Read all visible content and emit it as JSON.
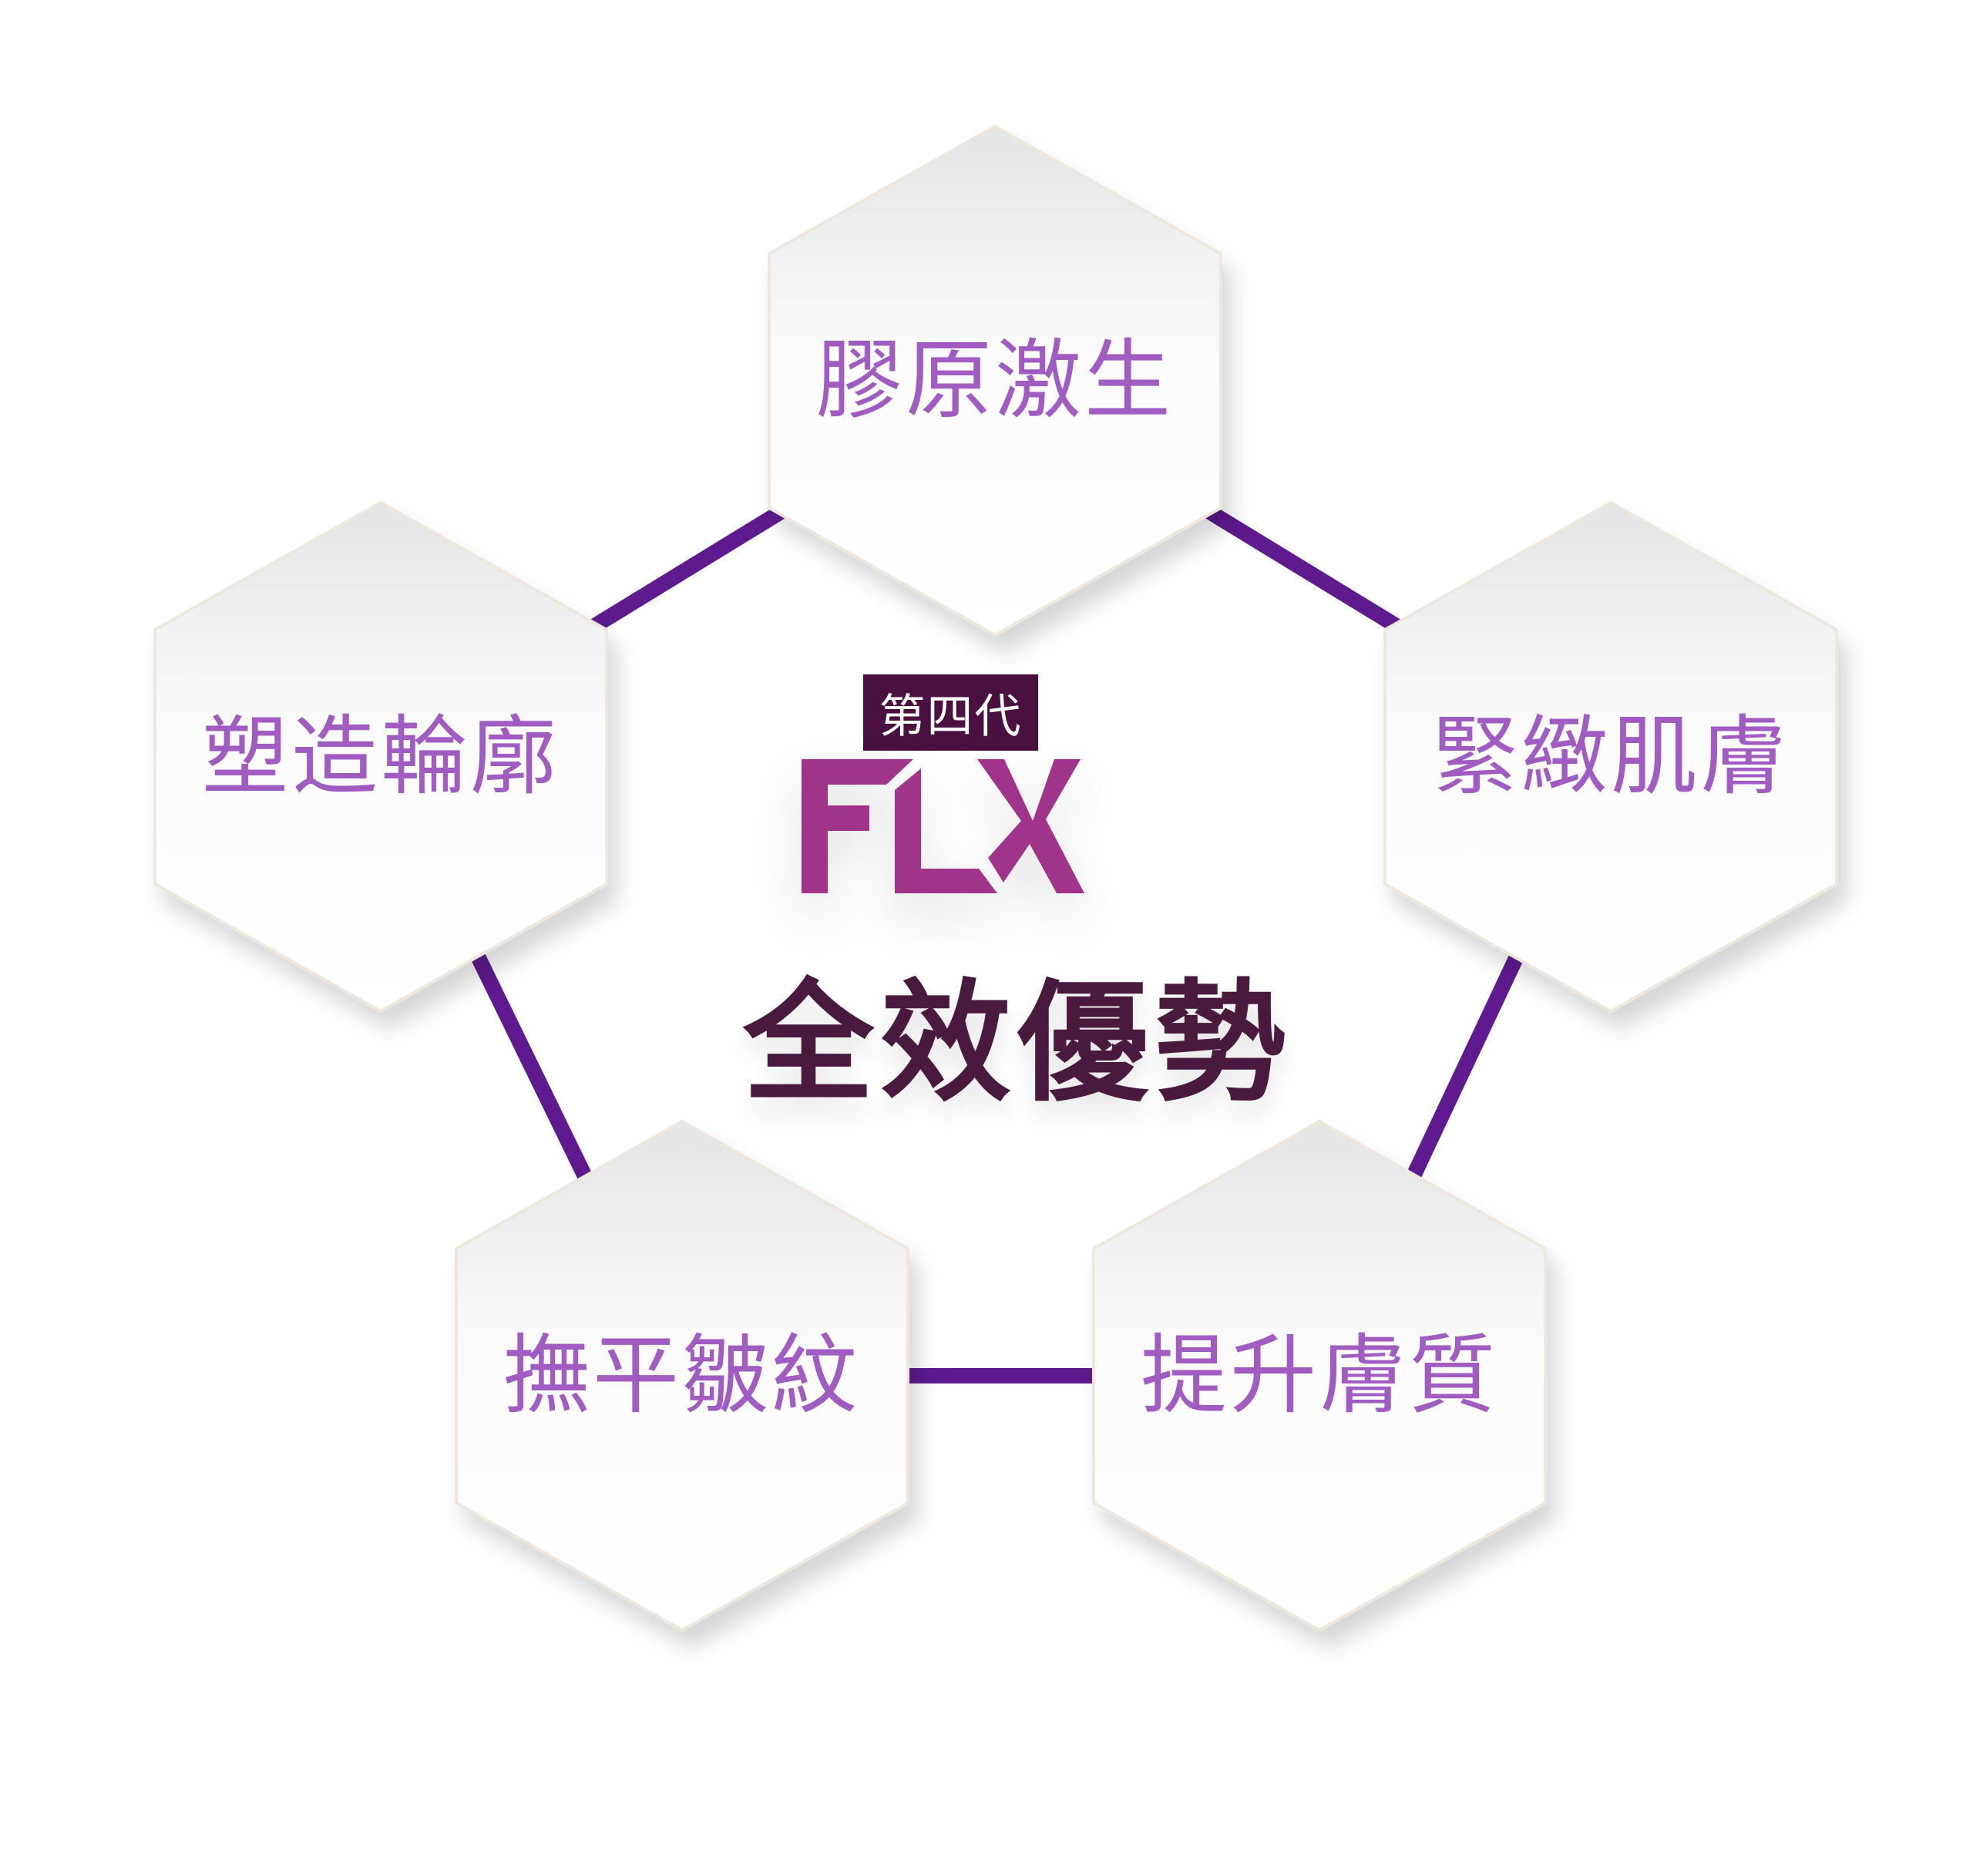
{
  "center": {
    "badge": "第四代",
    "logo": "FLX",
    "title": "全效優勢"
  },
  "hexagons": [
    {
      "label": "膠原激生"
    },
    {
      "label": "緊緻肌膚"
    },
    {
      "label": "提升膚質"
    },
    {
      "label": "撫平皺紋"
    },
    {
      "label": "塑造輪廓"
    }
  ],
  "colors": {
    "connector": "#5e1a8e",
    "label": "#a15cc2",
    "logo": "#a0348a",
    "badge_bg": "#4a1040",
    "title": "#4a1a3e"
  }
}
